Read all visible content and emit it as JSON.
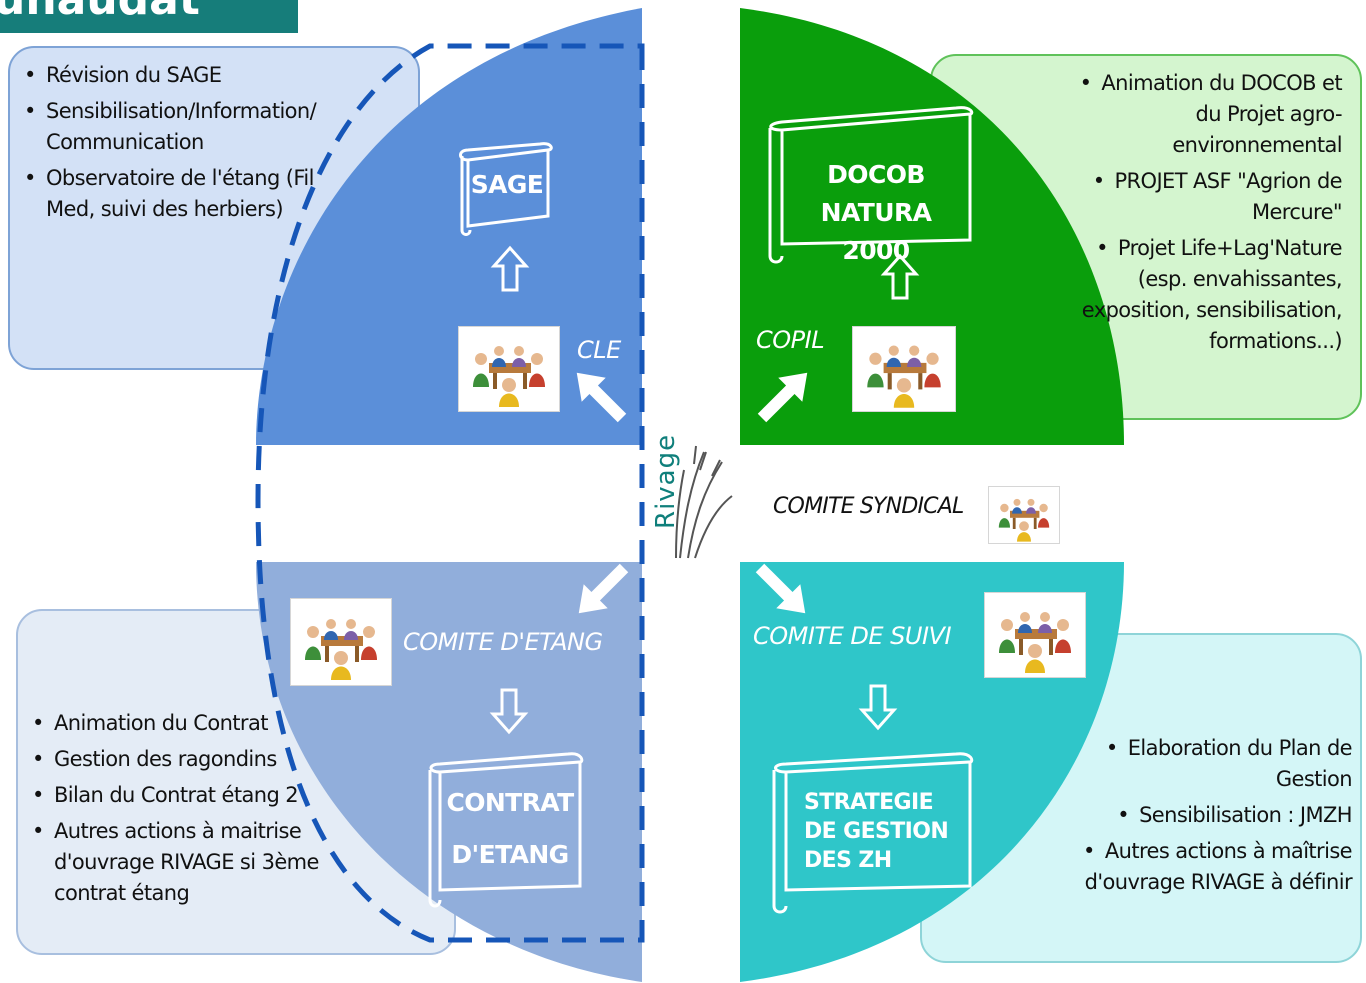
{
  "header": {
    "title": "unaudat"
  },
  "brand": {
    "text": "Rivage"
  },
  "colors": {
    "blue": "#5b8fd9",
    "green": "#0a9e0c",
    "lightblue": "#91aedb",
    "teal": "#2fc6c9",
    "header": "#167d7a"
  },
  "icons": [
    "scroll-icon",
    "meeting-icon",
    "reed-icon",
    "arrow-up-icon",
    "arrow-down-icon"
  ],
  "quadrants": {
    "top_left": {
      "body": "CLE",
      "document": "SAGE",
      "actions": [
        "Révision du SAGE",
        "Sensibilisation/Information/ Communication",
        "Observatoire de l'étang (Fil Med, suivi des herbiers)"
      ]
    },
    "top_right": {
      "body": "COPIL",
      "document_line1": "DOCOB",
      "document_line2": "NATURA 2000",
      "actions": [
        "Animation du DOCOB et du Projet agro-environnemental",
        "PROJET ASF \"Agrion de Mercure\"",
        "Projet Life+Lag'Nature (esp. envahissantes, exposition, sensibilisation, formations...)"
      ]
    },
    "bottom_left": {
      "body": "COMITE D'ETANG",
      "document_line1": "CONTRAT",
      "document_line2": "D'ETANG",
      "actions": [
        "Animation du Contrat",
        "Gestion des ragondins",
        "Bilan du Contrat étang 2",
        "Autres actions à maitrise d'ouvrage RIVAGE si 3ème contrat étang"
      ]
    },
    "bottom_right": {
      "body": "COMITE DE SUIVI",
      "document_line1": "STRATEGIE",
      "document_line2": "DE GESTION",
      "document_line3": "DES ZH",
      "actions": [
        "Elaboration du Plan de Gestion",
        "Sensibilisation : JMZH",
        "Autres actions à maîtrise d'ouvrage RIVAGE à définir"
      ]
    }
  },
  "center": {
    "label": "COMITE SYNDICAL"
  }
}
